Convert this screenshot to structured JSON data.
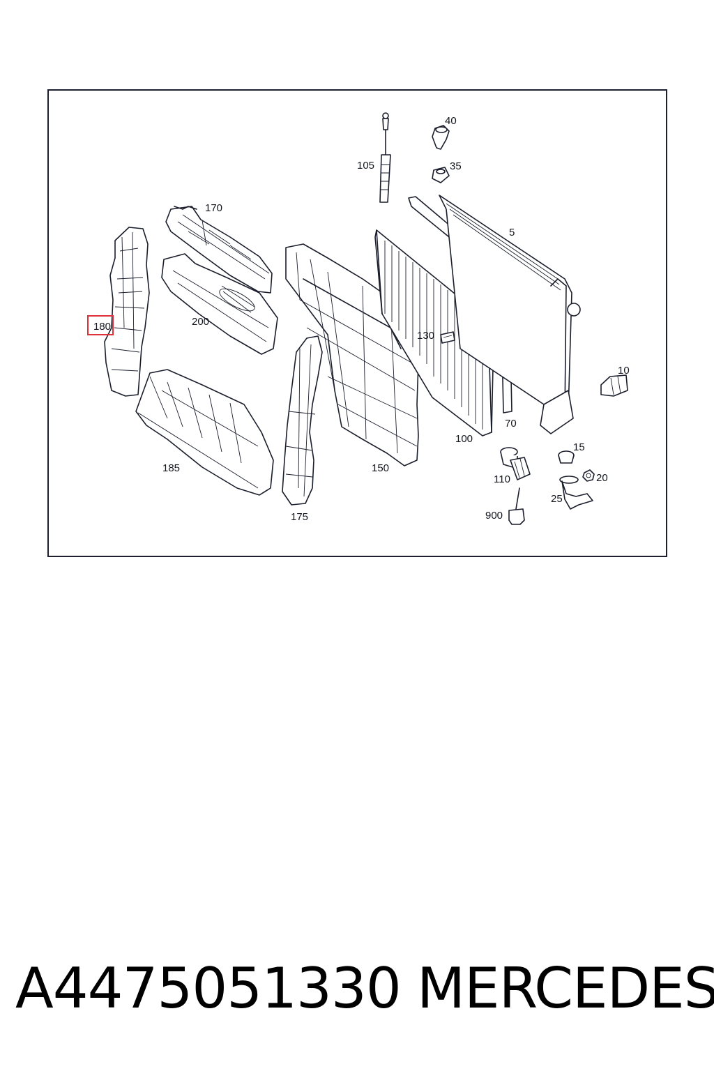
{
  "diagram": {
    "callouts": {
      "p5": "5",
      "p10": "10",
      "p15": "15",
      "p20": "20",
      "p25": "25",
      "p35": "35",
      "p40": "40",
      "p70": "70",
      "p100": "100",
      "p105": "105",
      "p110": "110",
      "p130": "130",
      "p150": "150",
      "p170": "170",
      "p175": "175",
      "p180": "180",
      "p185": "185",
      "p200": "200",
      "p900": "900"
    },
    "highlighted_callout": "180",
    "highlight_color": "#e0303a"
  },
  "footer": {
    "part_number": "A4475051330",
    "brand": "MERCEDES"
  }
}
